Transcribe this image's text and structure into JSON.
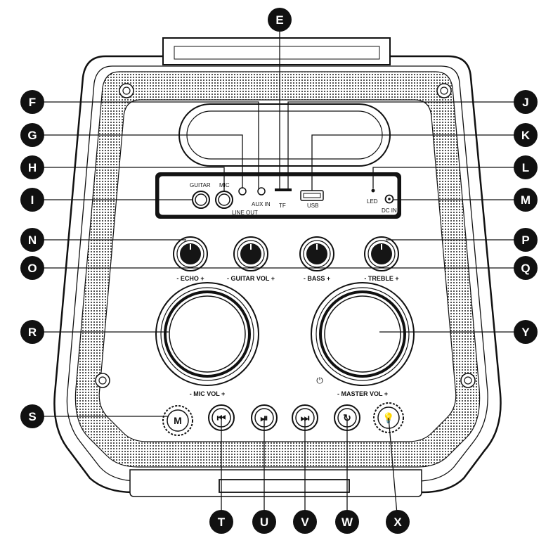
{
  "panel_labels": {
    "guitar": "GUITAR",
    "mic": "MIC",
    "line_out": "LINE OUT",
    "aux_in": "AUX IN",
    "tf": "TF",
    "usb": "USB",
    "led": "LED",
    "dc_in": "DC IN"
  },
  "knobs": [
    {
      "id": "echo",
      "label": "- ECHO +"
    },
    {
      "id": "guitar-vol",
      "label": "- GUITAR VOL +"
    },
    {
      "id": "bass",
      "label": "- BASS +"
    },
    {
      "id": "treble",
      "label": "- TREBLE +"
    }
  ],
  "big_knobs": [
    {
      "id": "mic-vol",
      "label": "- MIC VOL +"
    },
    {
      "id": "master-vol",
      "label": "- MASTER VOL +"
    }
  ],
  "power_symbol": "⏻",
  "buttons": [
    {
      "id": "mode",
      "glyph": "M",
      "icon": "mode-icon"
    },
    {
      "id": "previous",
      "glyph": "⏮",
      "icon": "previous-icon"
    },
    {
      "id": "play-pause",
      "glyph": "⏯",
      "icon": "play-pause-icon"
    },
    {
      "id": "next",
      "glyph": "⏭",
      "icon": "next-icon"
    },
    {
      "id": "repeat",
      "glyph": "↻",
      "icon": "repeat-icon"
    },
    {
      "id": "light",
      "glyph": "💡",
      "icon": "light-bulb-icon"
    }
  ],
  "callouts": [
    "E",
    "F",
    "G",
    "H",
    "I",
    "J",
    "K",
    "L",
    "M",
    "N",
    "O",
    "P",
    "Q",
    "R",
    "S",
    "T",
    "U",
    "V",
    "W",
    "X",
    "Y"
  ],
  "colors": {
    "ink": "#111111",
    "callout_fill": "#111111",
    "callout_text": "#ffffff"
  }
}
